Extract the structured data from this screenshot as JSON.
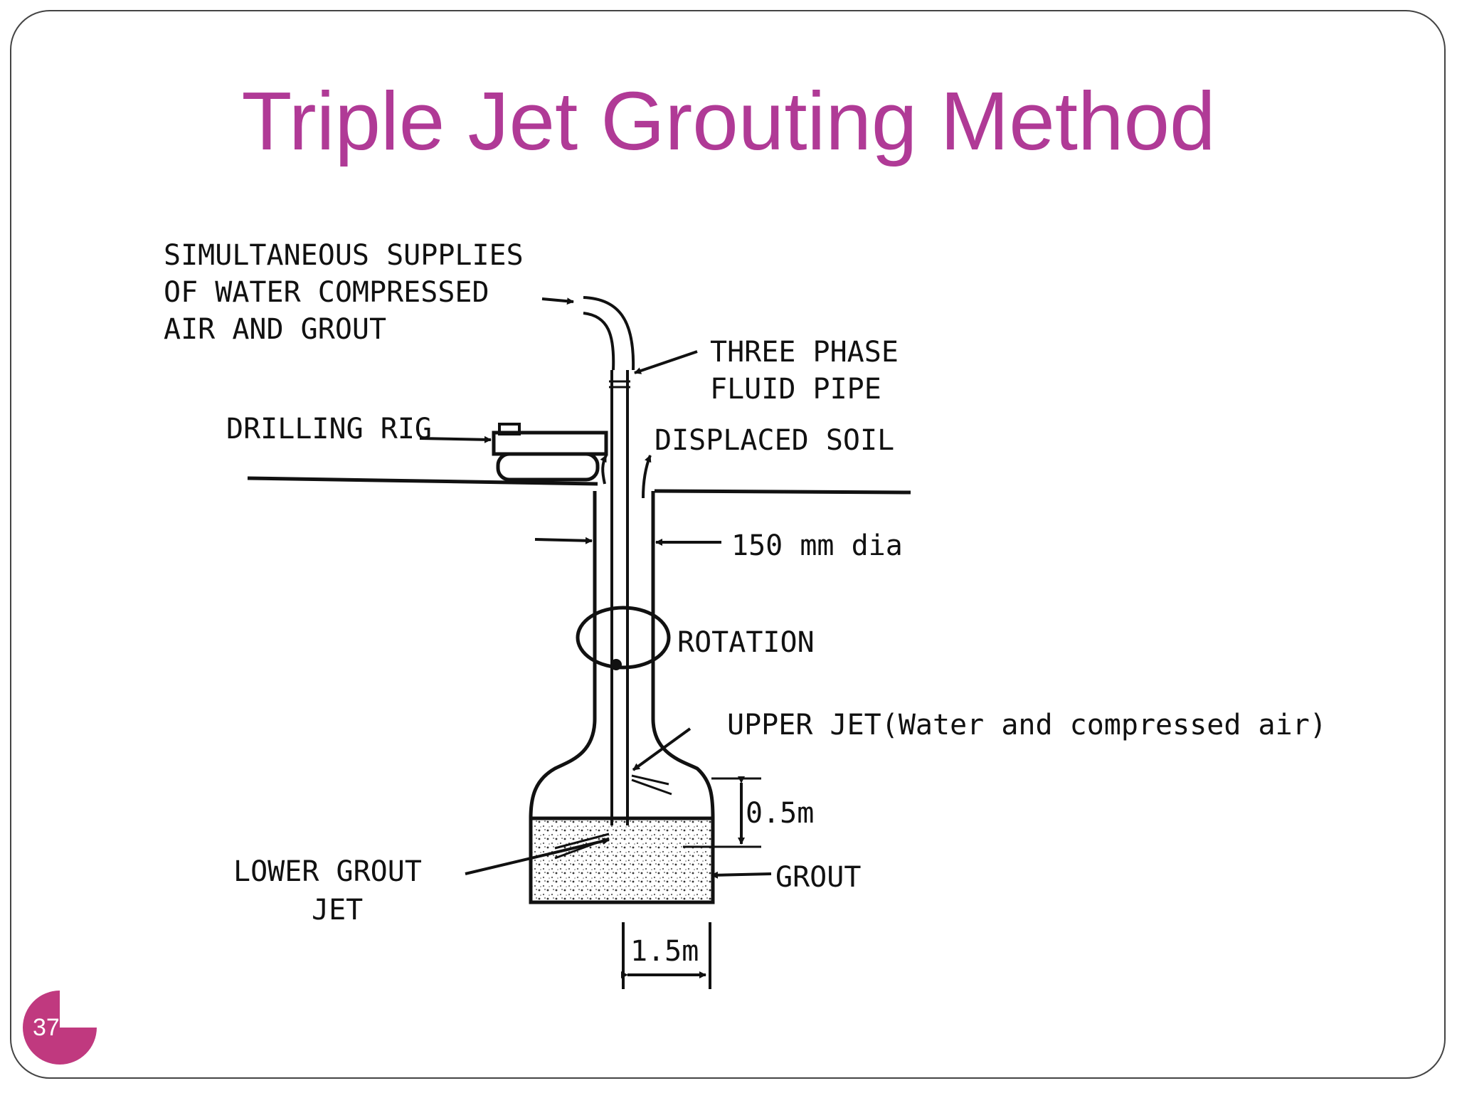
{
  "slide": {
    "title": "Triple Jet Grouting Method",
    "page_number": "37",
    "accent_color": "#c0397f",
    "title_color": "#b03a96"
  },
  "diagram": {
    "labels": {
      "supplies_line1": "SIMULTANEOUS SUPPLIES",
      "supplies_line2": "OF WATER COMPRESSED",
      "supplies_line3": "AIR AND GROUT",
      "fluid_pipe_line1": "THREE PHASE",
      "fluid_pipe_line2": "FLUID PIPE",
      "drilling_rig": "DRILLING RIG",
      "displaced_soil": "DISPLACED SOIL",
      "diameter": "150 mm dia",
      "rotation": "ROTATION",
      "upper_jet": "UPPER JET(Water and compressed air)",
      "half_meter": "0.5m",
      "grout": "GROUT",
      "lower_jet_line1": "LOWER GROUT",
      "lower_jet_line2": "JET",
      "width_dim": "1.5m"
    }
  }
}
